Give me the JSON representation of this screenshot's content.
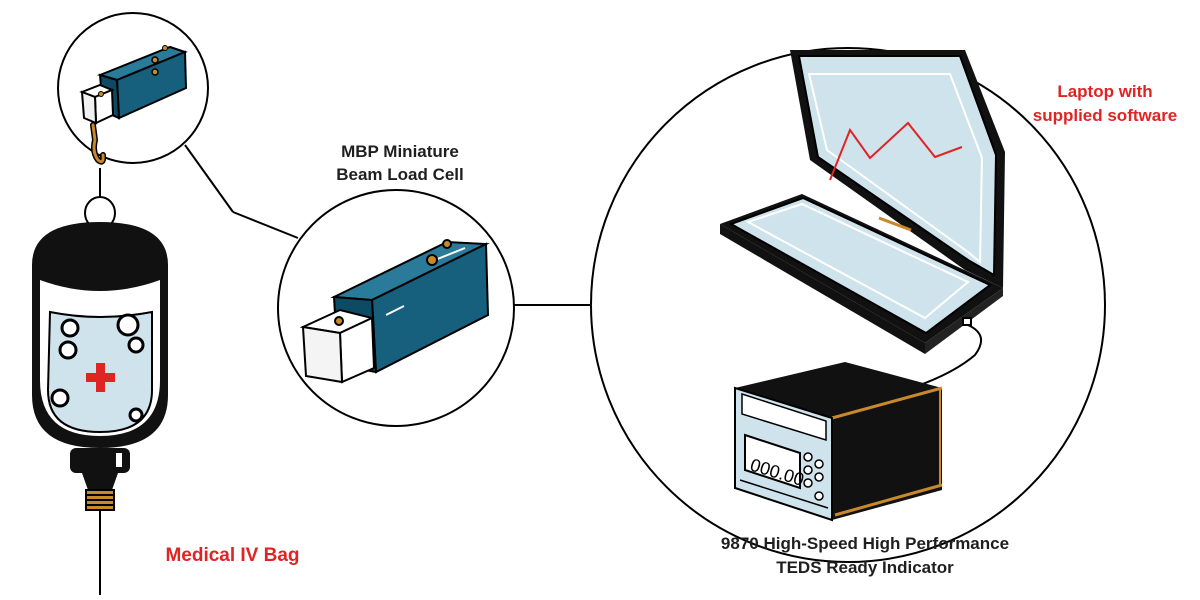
{
  "labels": {
    "load_cell_line1": "MBP  Miniature",
    "load_cell_line2": "Beam Load Cell",
    "laptop_line1": "Laptop with",
    "laptop_line2": "supplied software",
    "indicator_line1": "9870 High-Speed High Performance",
    "indicator_line2": "TEDS Ready Indicator",
    "iv_bag": "Medical IV Bag",
    "display_readout": "000.00"
  },
  "colors": {
    "load_cell_body": "#16607e",
    "label_red": "#e02424",
    "label_dark": "#1f1f1f",
    "laptop_screen": "#cfe3ec",
    "indicator_trim": "#c8892a",
    "bag_thread": "#c8892a"
  },
  "icons": {
    "medical_cross": "red-cross-icon"
  }
}
